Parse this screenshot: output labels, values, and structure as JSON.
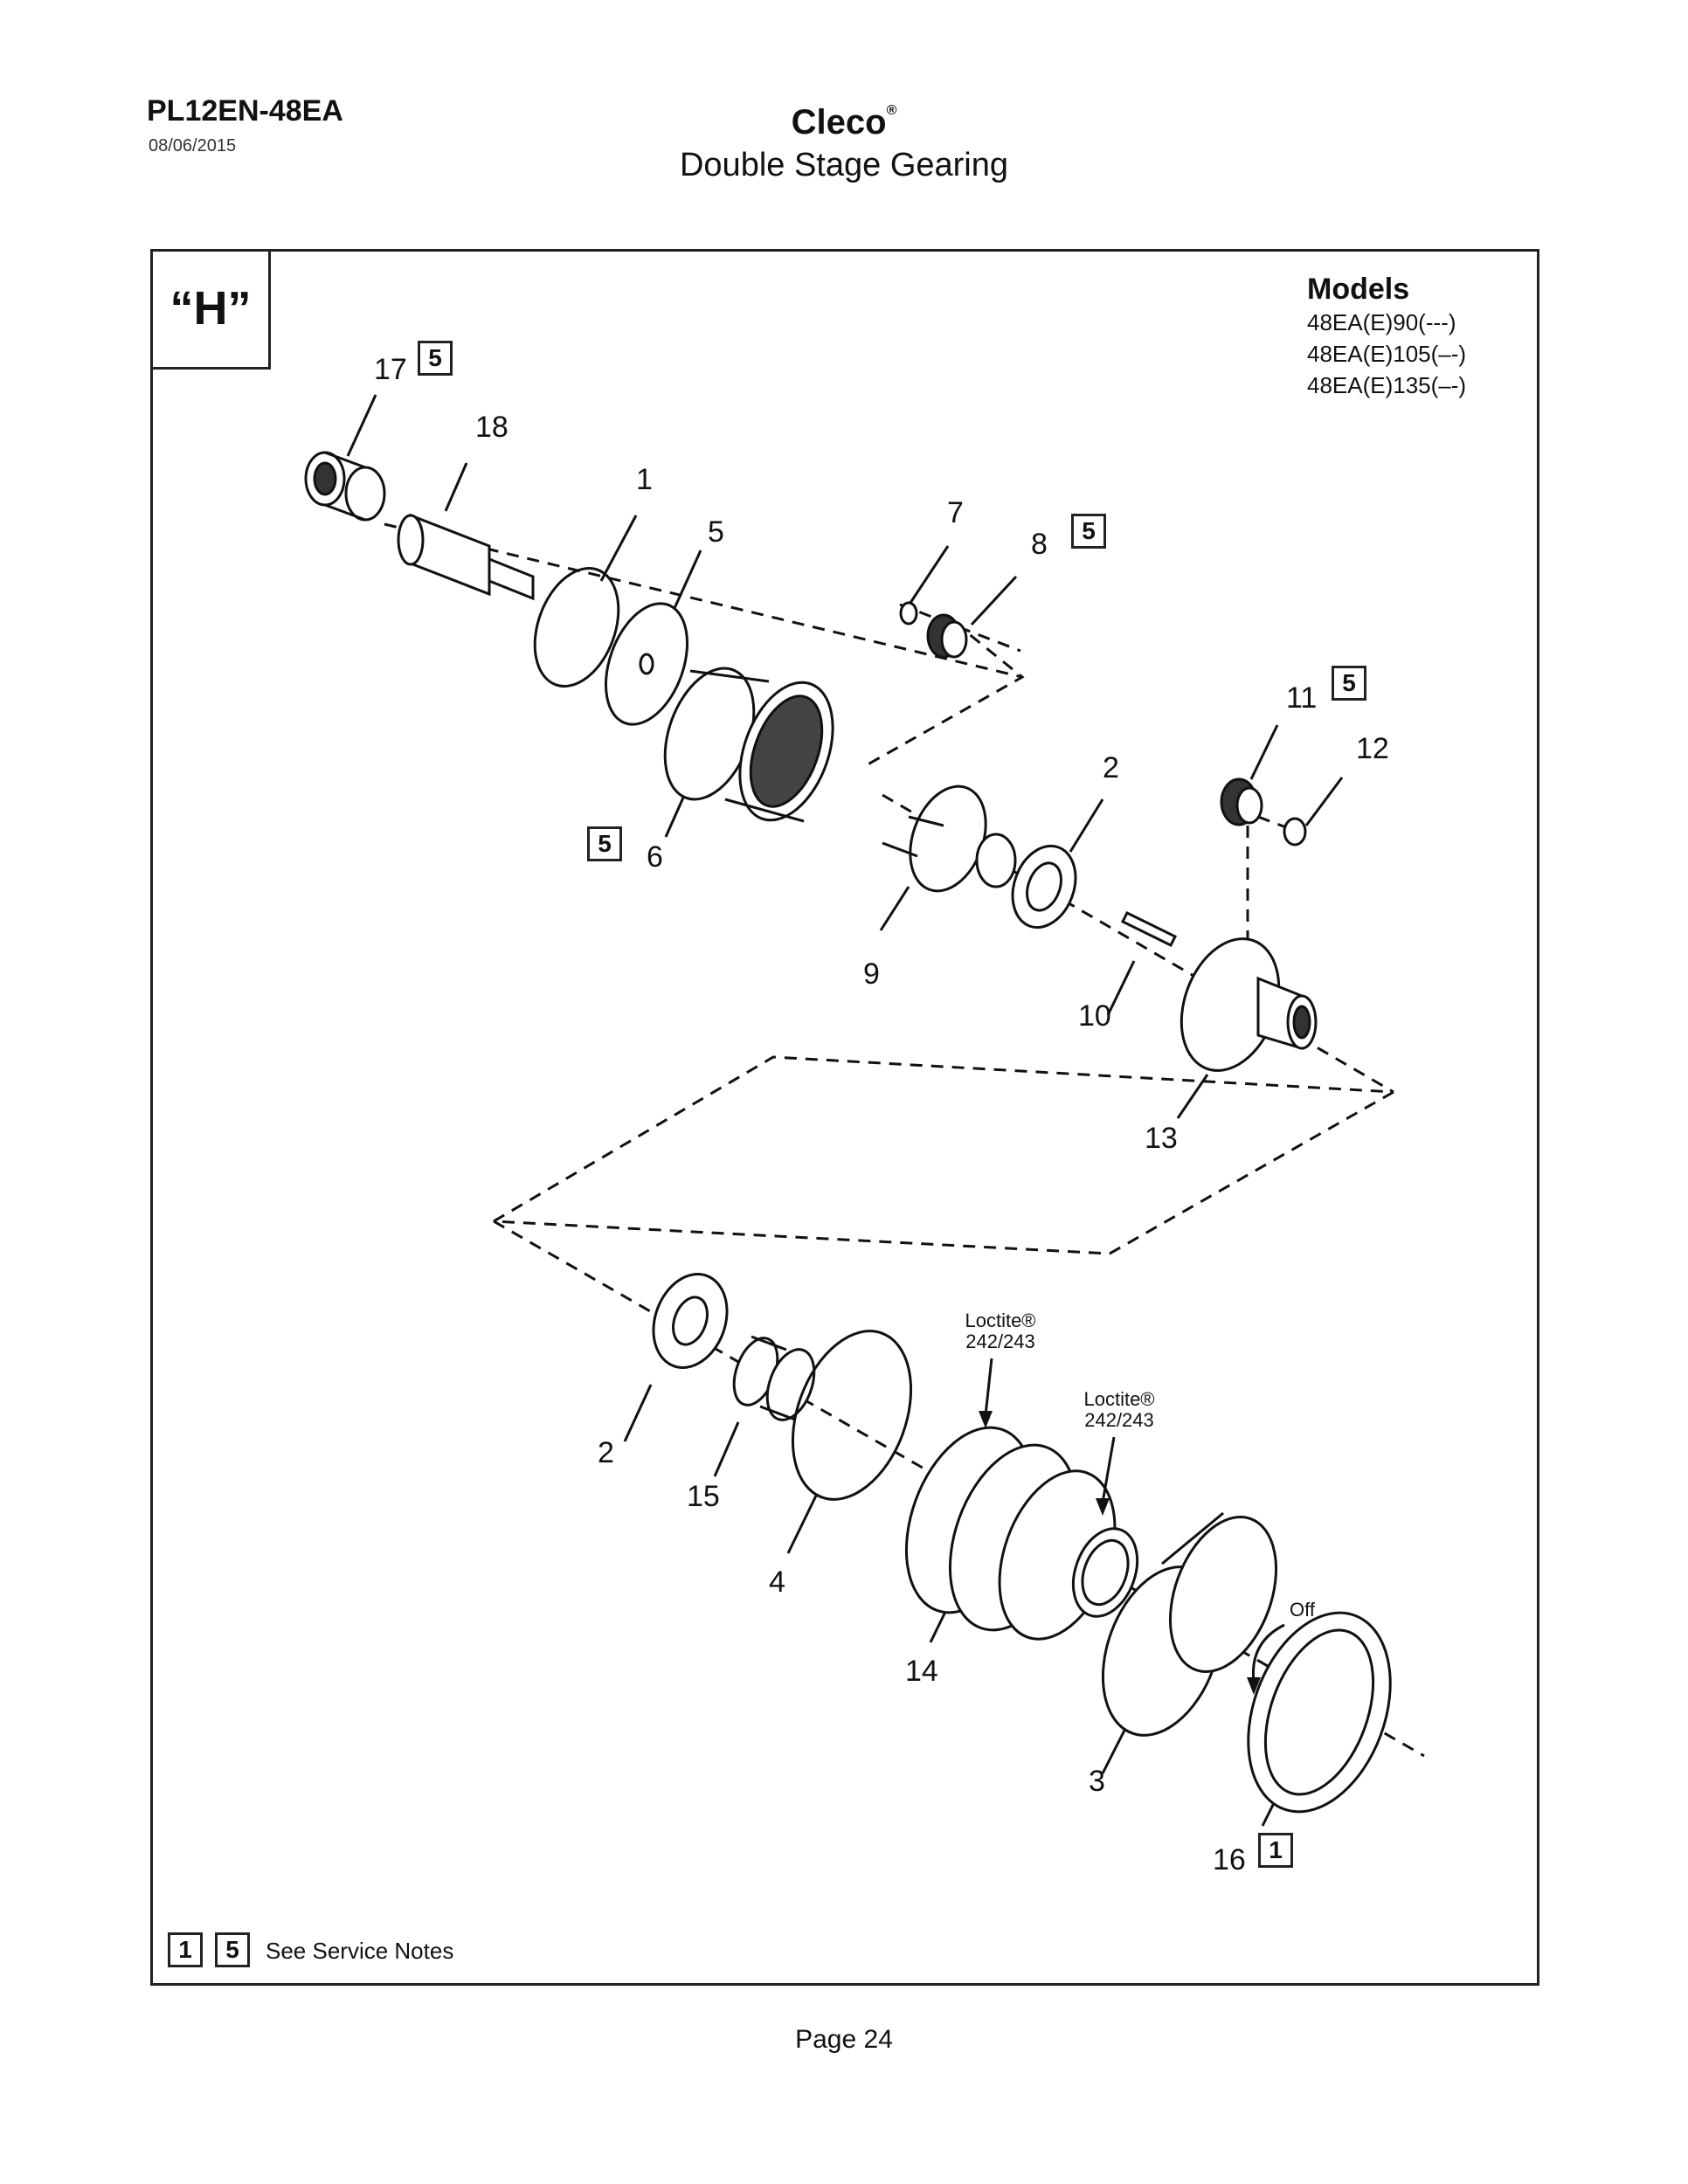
{
  "header": {
    "doc_id": "PL12EN-48EA",
    "date": "08/06/2015",
    "brand": "Cleco",
    "brand_mark": "®",
    "title": "Double Stage Gearing"
  },
  "view_label": "“H”",
  "models": {
    "title": "Models",
    "items": [
      "48EA(E)90(---)",
      "48EA(E)105(–-)",
      "48EA(E)135(–-)"
    ]
  },
  "callouts": [
    "17",
    "18",
    "1",
    "5",
    "7",
    "8",
    "2",
    "11",
    "12",
    "6",
    "9",
    "10",
    "13",
    "2",
    "15",
    "4",
    "14",
    "3",
    "16"
  ],
  "note_boxes": [
    "5",
    "5",
    "5",
    "5",
    "1"
  ],
  "adhesive_labels": [
    {
      "name": "Loctite®",
      "grade": "242/243"
    },
    {
      "name": "Loctite®",
      "grade": "242/243"
    }
  ],
  "rotation_label": "Off",
  "footer_notes": {
    "boxes": [
      "1",
      "5"
    ],
    "text": "See Service Notes"
  },
  "page_label": "Page 24"
}
